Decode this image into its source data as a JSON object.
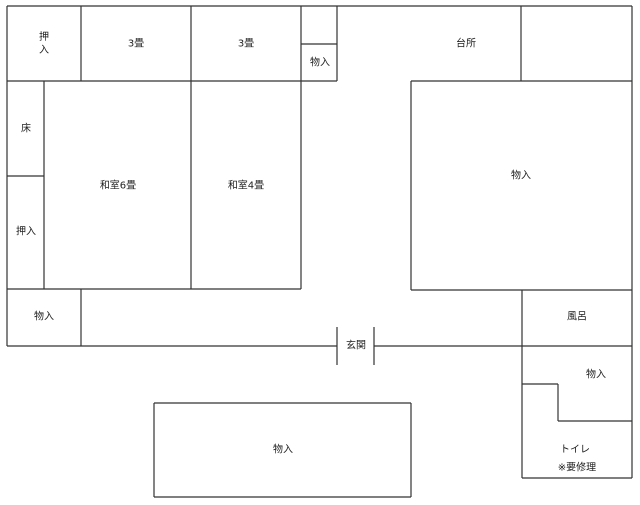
{
  "title": "間取り図",
  "rooms": {
    "oshiire_top": "押\n入",
    "tatami3_a": "3畳",
    "tatami3_b": "3畳",
    "monoire_small_top": "物入",
    "daidokoro": "台所",
    "toko": "床",
    "oshiire_left": "押入",
    "washitsu6": "和室6畳",
    "washitsu4": "和室4畳",
    "monoire_right": "物入",
    "monoire_left": "物入",
    "genkan": "玄関",
    "furo": "風呂",
    "monoire_bath": "物入",
    "toilet": "トイレ",
    "toilet_note": "※要修理",
    "monoire_bottom": "物入"
  }
}
